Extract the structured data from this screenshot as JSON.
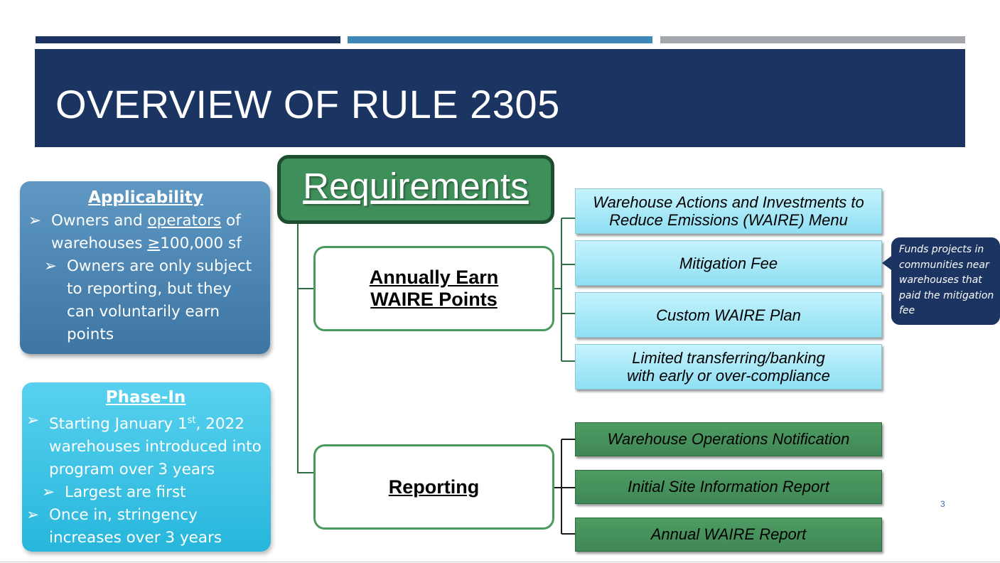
{
  "title": "OVERVIEW OF RULE 2305",
  "applicability": {
    "heading": "Applicability",
    "bullets": [
      {
        "pre": "Owners and ",
        "ul": "operators",
        "post": " of warehouses ",
        "ge": "≥",
        "rest": "100,000 sf"
      },
      {
        "text": "Owners are only subject to reporting, but they can voluntarily earn points"
      }
    ]
  },
  "phase_in": {
    "heading": "Phase-In",
    "b1_pre": "Starting January 1",
    "b1_sup": "st",
    "b1_post": ", 2022 warehouses introduced into program over 3 years",
    "b2": "Largest are first",
    "b3": "Once in, stringency increases over 3 years"
  },
  "requirements": {
    "label": "Requirements"
  },
  "earn_points": {
    "line1": "Annually Earn",
    "line2": "WAIRE Points"
  },
  "reporting": {
    "label": "Reporting"
  },
  "earn_options": [
    {
      "line1": "Warehouse Actions and Investments to",
      "line2": "Reduce Emissions (WAIRE) Menu"
    },
    {
      "line1": "Mitigation Fee"
    },
    {
      "line1": "Custom WAIRE Plan"
    },
    {
      "line1": "Limited transferring/banking",
      "line2": "with early or over-compliance"
    }
  ],
  "report_items": [
    "Warehouse Operations Notification",
    "Initial Site Information Report",
    "Annual WAIRE Report"
  ],
  "callout": "Funds projects in communities near warehouses that paid the mitigation fee",
  "page_number": "3",
  "colors": {
    "title_bar": "#1c3461",
    "stripe_mid": "#3d86b8",
    "stripe_right": "#a3a6aa",
    "requirements_green": "#3f8f5a",
    "light_blue_box": "#a8e8f7",
    "green_box": "#4a935f",
    "connector": "#2e6e44"
  },
  "icons": {
    "bullet": "arrow-right-icon"
  }
}
